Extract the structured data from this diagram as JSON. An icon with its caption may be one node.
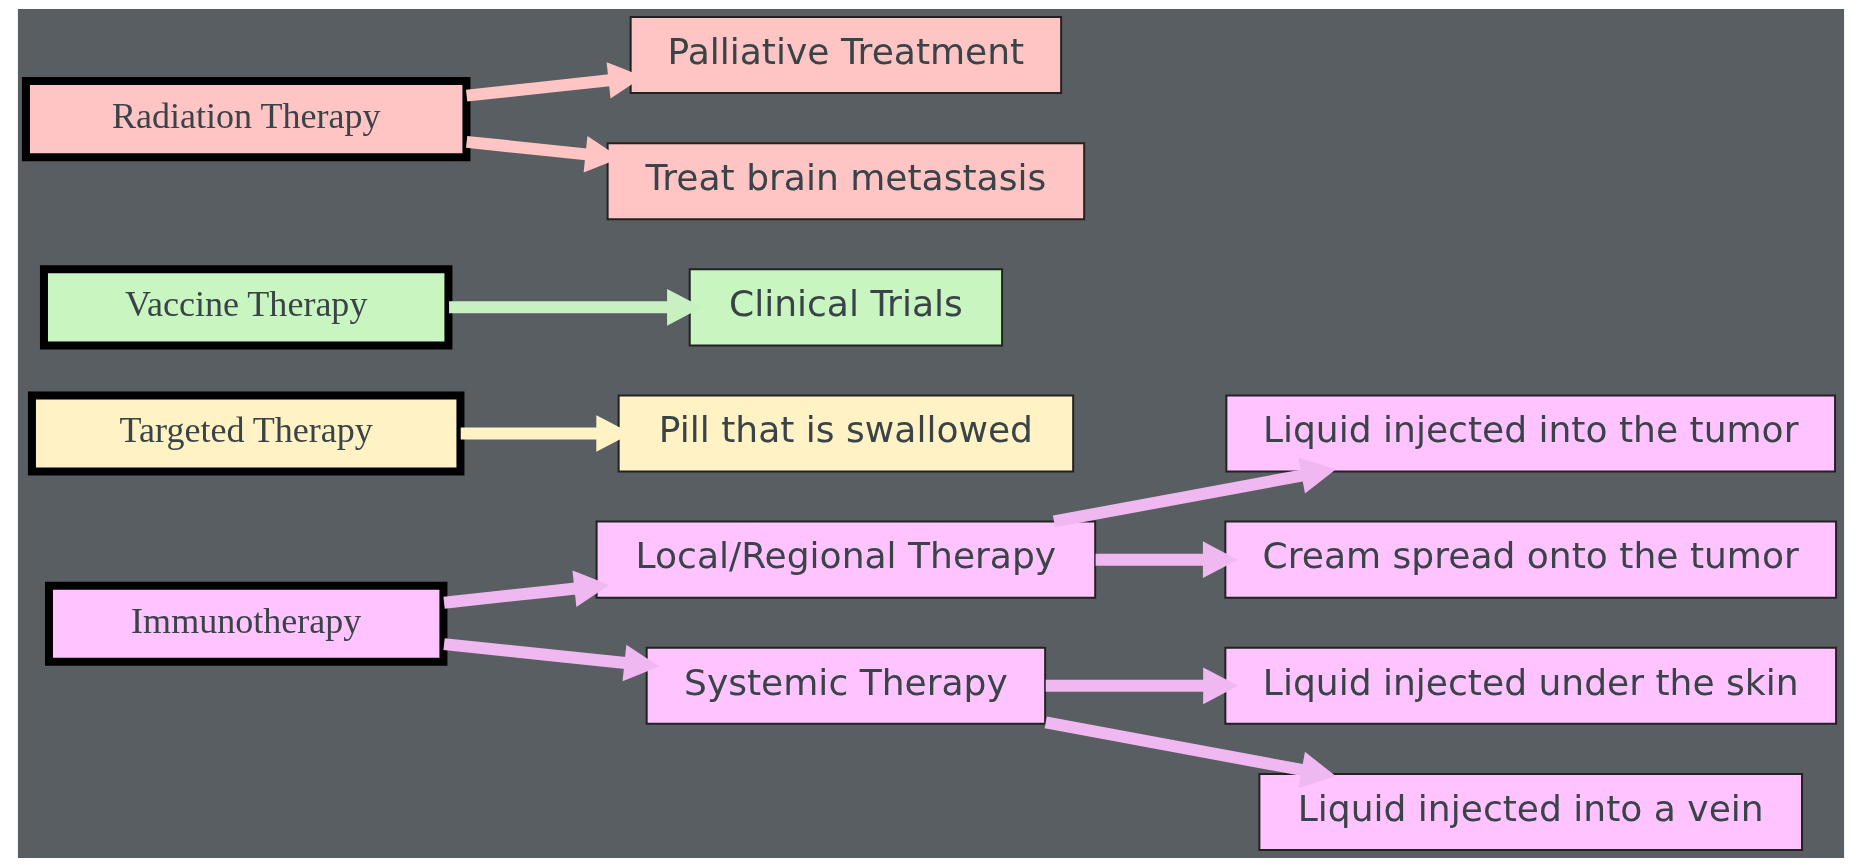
{
  "diagram": {
    "nodes": [
      {
        "text": [
          "Immunotherapy"
        ]
      },
      {
        "text": [
          "Local/Regional Therapy"
        ]
      },
      {
        "text": [
          "Systemic Therapy"
        ]
      },
      {
        "text": [
          "Liquid injected into the tumor"
        ]
      },
      {
        "text": [
          "Cream spread onto the tumor"
        ]
      },
      {
        "text": [
          "Liquid injected under the skin"
        ]
      },
      {
        "text": [
          "Liquid injected into a vein"
        ]
      },
      {
        "text": [
          "Targeted Therapy"
        ]
      },
      {
        "text": [
          "Pill that is swallowed"
        ]
      },
      {
        "text": [
          "Vaccine Therapy"
        ]
      },
      {
        "text": [
          "Clinical Trials"
        ]
      },
      {
        "text": [
          "Radiation Therapy"
        ]
      },
      {
        "text": [
          "Palliative Treatment"
        ]
      },
      {
        "text": [
          "Treat brain metastasis"
        ]
      }
    ],
    "edges": [
      {
        "from": 0,
        "to": 1,
        "arrow": "to"
      },
      {
        "from": 0,
        "to": 2,
        "arrow": "to"
      },
      {
        "from": 1,
        "to": 3,
        "arrow": "to"
      },
      {
        "from": 1,
        "to": 4,
        "arrow": "to"
      },
      {
        "from": 2,
        "to": 5,
        "arrow": "to"
      },
      {
        "from": 2,
        "to": 6,
        "arrow": "to"
      },
      {
        "from": 7,
        "to": 8,
        "arrow": "to",
        "color": "#fff2c4"
      },
      {
        "from": 9,
        "to": 10,
        "arrow": "to",
        "color": "#c8f0c0"
      },
      {
        "from": 11,
        "to": 12,
        "arrow": "to",
        "color": "#ffc4c4"
      },
      {
        "from": 11,
        "to": 13,
        "arrow": "to",
        "color": "#ffc4c4"
      }
    ]
  }
}
